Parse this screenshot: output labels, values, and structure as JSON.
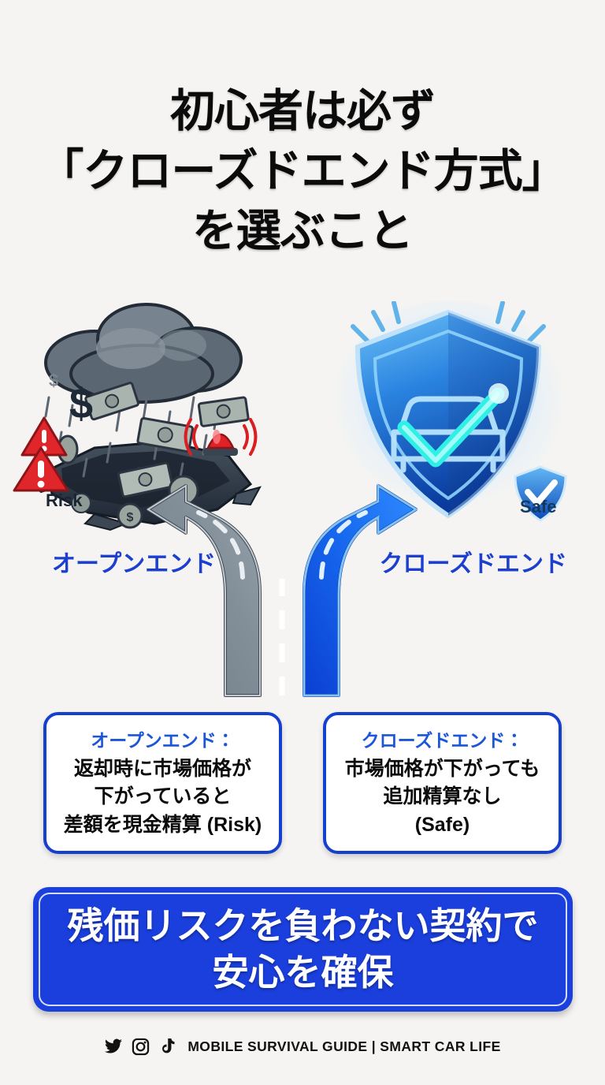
{
  "background_color": "#f5f4f2",
  "accent_blue": "#1c3fd0",
  "title": {
    "lines": [
      "初心者は必ず",
      "「クローズドエンド方式」",
      "を選ぶこと"
    ]
  },
  "illustration": {
    "left": {
      "label": "オープンエンド",
      "badge": "Risk",
      "icons": [
        "storm-cloud-icon",
        "money-rain-icon",
        "sinkhole-icon",
        "warning-triangle-icon",
        "siren-icon",
        "dollar-sign-icon"
      ],
      "road_color": "#7c8892"
    },
    "right": {
      "label": "クローズドエンド",
      "badge": "Safe",
      "icons": [
        "shield-car-check-icon",
        "shield-check-badge-icon",
        "sparkle-icon"
      ],
      "road_color": "#1565e8"
    }
  },
  "boxes": [
    {
      "heading": "オープンエンド：",
      "lines": [
        "返却時に市場価格が",
        "下がっていると",
        "差額を現金精算 (Risk)"
      ]
    },
    {
      "heading": "クローズドエンド：",
      "lines": [
        "市場価格が下がっても",
        "追加精算なし",
        "(Safe)"
      ]
    }
  ],
  "cta": {
    "lines": [
      "残価リスクを負わない契約で",
      "安心を確保"
    ],
    "background_color": "#1a3fdd",
    "text_color": "#ffffff"
  },
  "footer": {
    "social_icons": [
      "twitter-icon",
      "instagram-icon",
      "tiktok-icon"
    ],
    "text": "MOBILE SURVIVAL GUIDE | SMART CAR LIFE"
  }
}
